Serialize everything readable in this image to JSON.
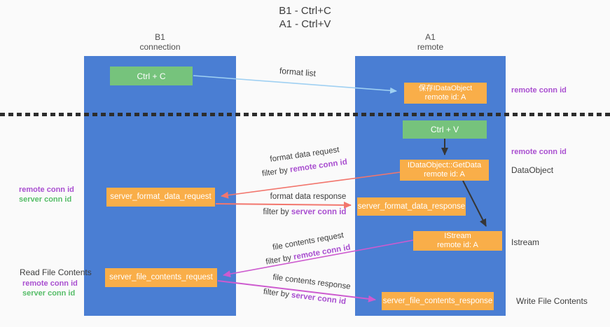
{
  "title": {
    "line1": "B1 - Ctrl+C",
    "line2": "A1 - Ctrl+V"
  },
  "lanes": {
    "left": {
      "name": "B1",
      "role": "connection"
    },
    "right": {
      "name": "A1",
      "role": "remote"
    }
  },
  "nodes": {
    "ctrl_c": {
      "label": "Ctrl + C"
    },
    "ctrl_v": {
      "label": "Ctrl + V"
    },
    "save_dataobject": {
      "line1": "保存IDataObject",
      "line2": "remote id: A"
    },
    "getdata": {
      "line1": "IDataObject::GetData",
      "line2": "remote id: A"
    },
    "istream": {
      "line1": "IStream",
      "line2": "remote id: A"
    },
    "format_request": {
      "label": "server_format_data_request"
    },
    "format_response": {
      "label": "server_format_data_response"
    },
    "file_request": {
      "label": "server_file_contents_request"
    },
    "file_response": {
      "label": "server_file_contents_response"
    }
  },
  "edges": {
    "format_list": {
      "label": "format list"
    },
    "format_data_request": {
      "label": "format data request",
      "filter_prefix": "filter by ",
      "filter_key": "remote conn id"
    },
    "format_data_response": {
      "label": "format data response",
      "filter_prefix": "filter by ",
      "filter_key": "server conn id"
    },
    "file_contents_request": {
      "label": "file contents request",
      "filter_prefix": "filter by ",
      "filter_key": "remote conn id"
    },
    "file_contents_response": {
      "label": "file contents response",
      "filter_prefix": "filter by ",
      "filter_key": "server conn id"
    }
  },
  "side_labels": {
    "right_top_remote_conn_id": "remote conn id",
    "right_mid_remote_conn_id": "remote conn id",
    "right_dataobject": "DataObject",
    "right_istream": "Istream",
    "right_write_file": "Write File Contents",
    "left_format_remote_conn_id": "remote conn id",
    "left_format_server_conn_id": "server conn id",
    "left_read_file": "Read File Contents",
    "left_file_remote_conn_id": "remote conn id",
    "left_file_server_conn_id": "server conn id"
  },
  "colors": {
    "lane-blue": "#4a7ed3",
    "box-orange": "#f9ae49",
    "box-green": "#76c37c",
    "arrow-lightblue": "#9fd0f2",
    "arrow-red": "#f2766d",
    "arrow-magenta": "#cd5bcf",
    "arrow-black": "#363636",
    "text-purple": "#a94fd0",
    "text-green": "#56bd68",
    "text-dark": "#3d3d3d",
    "background": "#fafafa"
  }
}
